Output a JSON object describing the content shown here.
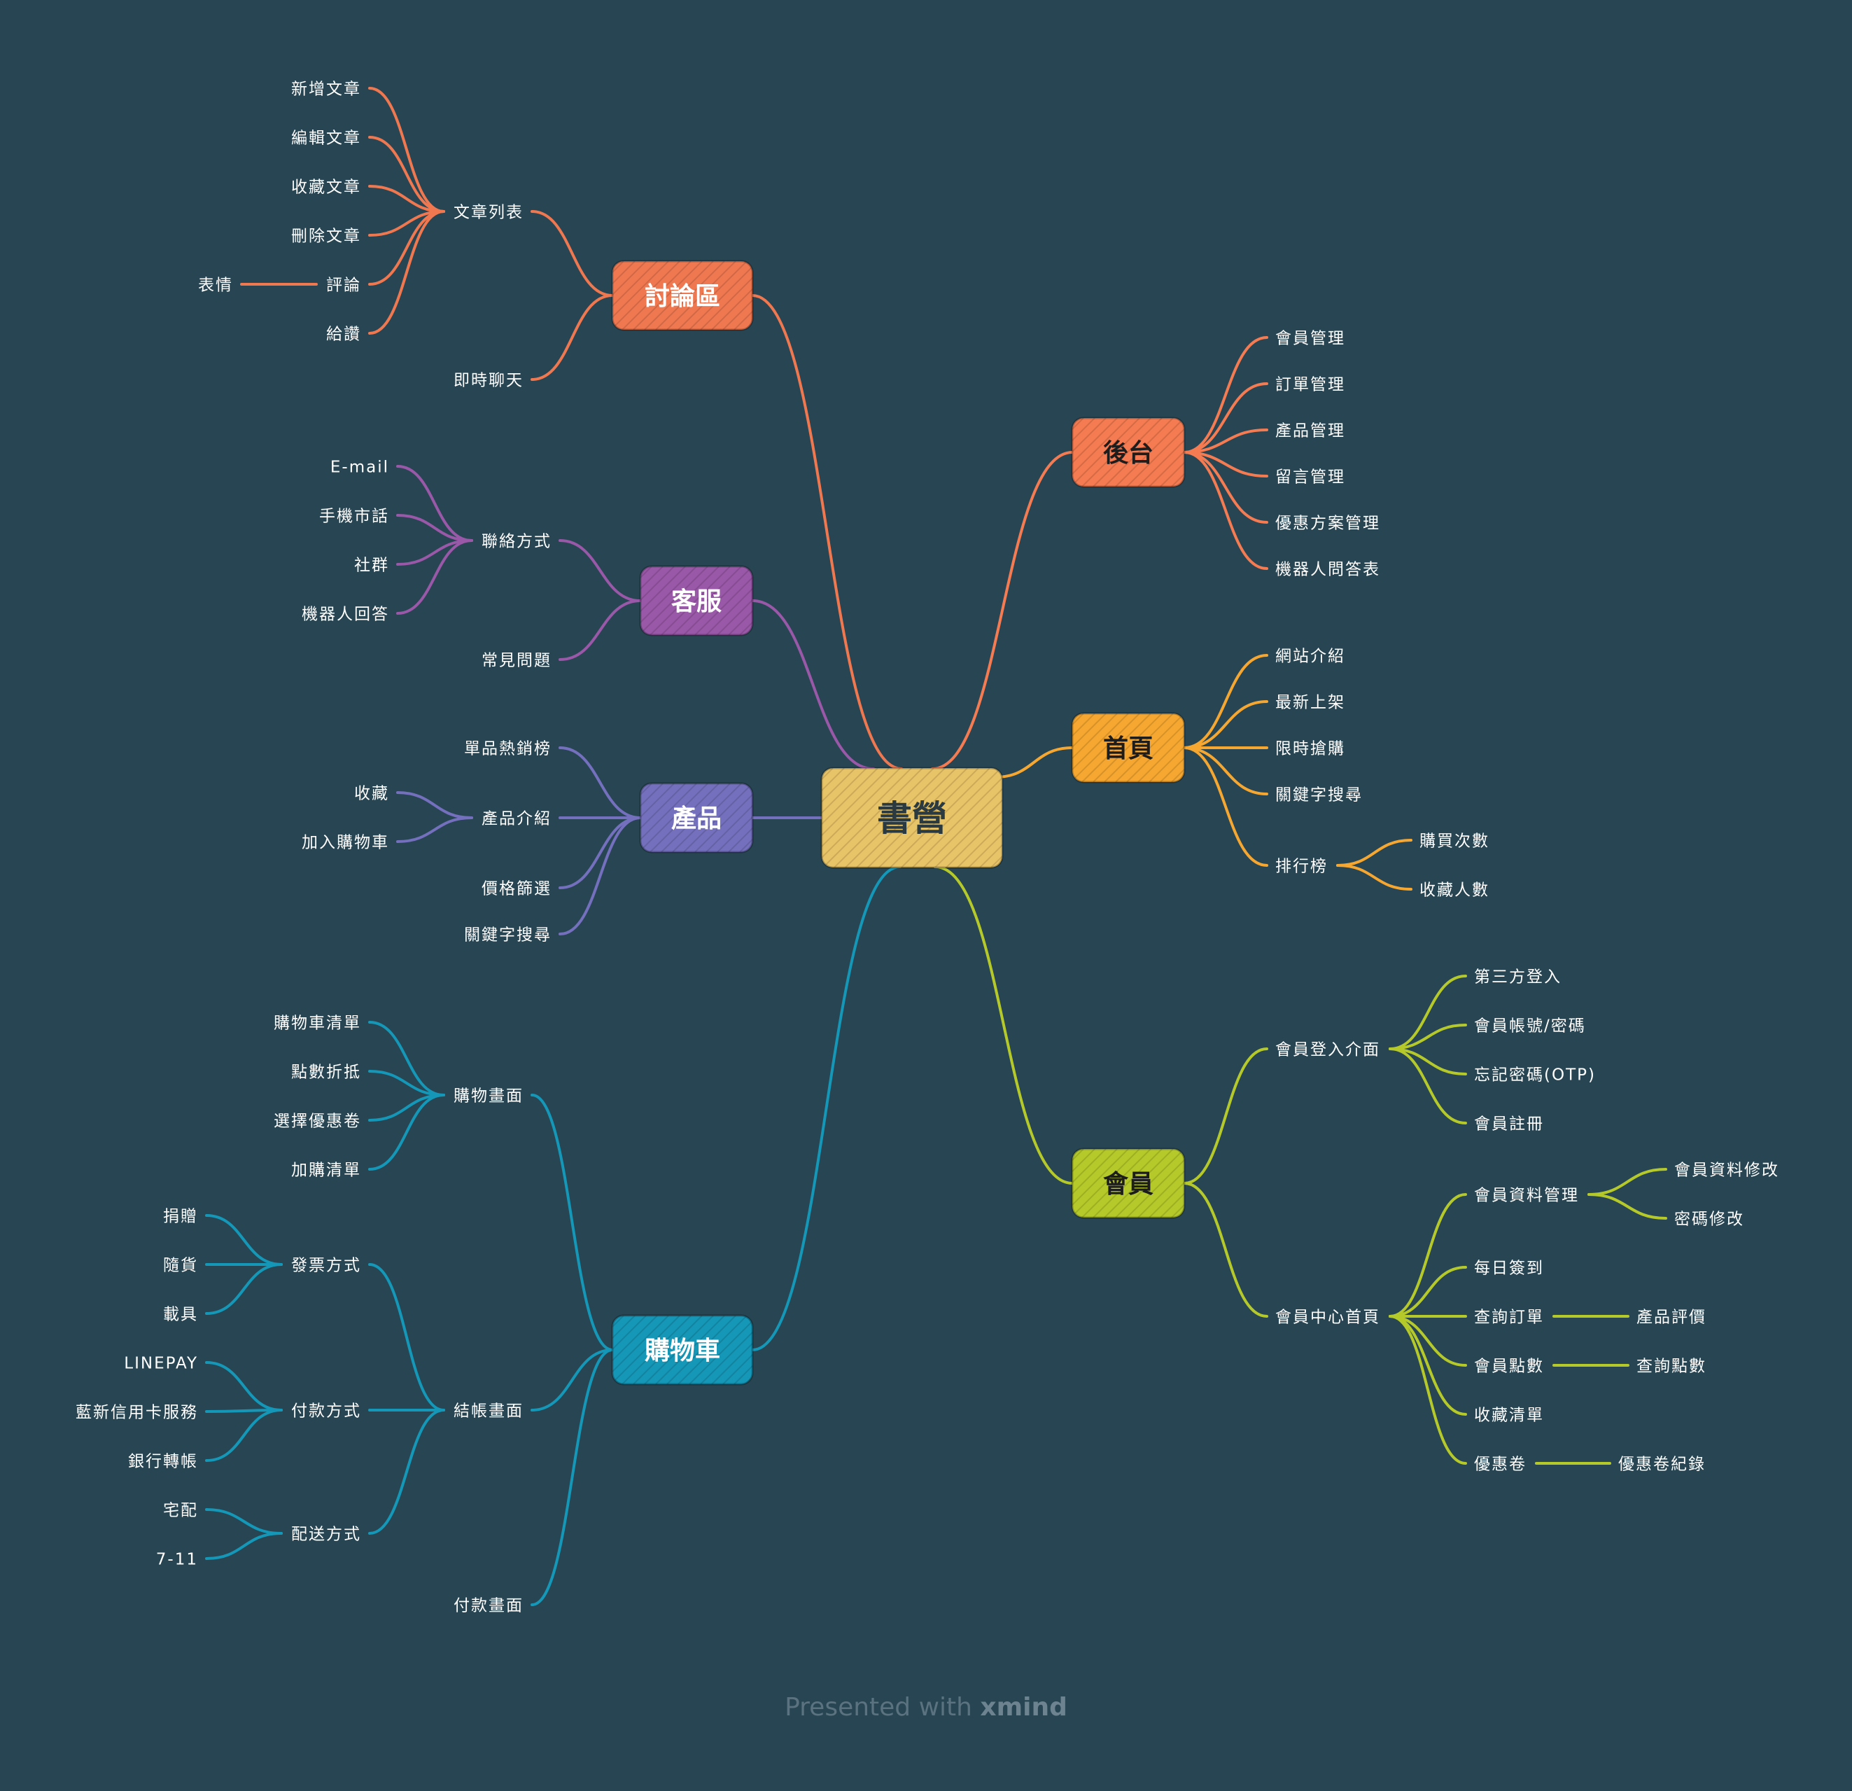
{
  "root": {
    "label": "書營",
    "color": "#E8C468"
  },
  "branches": [
    {
      "id": "forum",
      "label": "討論區",
      "color": "#F07850",
      "children": [
        {
          "label": "文章列表",
          "children": [
            {
              "label": "新增文章"
            },
            {
              "label": "編輯文章"
            },
            {
              "label": "收藏文章"
            },
            {
              "label": "刪除文章"
            },
            {
              "label": "評論",
              "children": [
                {
                  "label": "表情"
                }
              ]
            },
            {
              "label": "給讚"
            }
          ]
        },
        {
          "label": "即時聊天"
        }
      ]
    },
    {
      "id": "service",
      "label": "客服",
      "color": "#9A58A8",
      "children": [
        {
          "label": "聯絡方式",
          "children": [
            {
              "label": "E-mail"
            },
            {
              "label": "手機市話"
            },
            {
              "label": "社群"
            },
            {
              "label": "機器人回答"
            }
          ]
        },
        {
          "label": "常見問題"
        }
      ]
    },
    {
      "id": "product",
      "label": "產品",
      "color": "#7470BE",
      "children": [
        {
          "label": "單品熱銷榜"
        },
        {
          "label": "產品介紹",
          "children": [
            {
              "label": "收藏"
            },
            {
              "label": "加入購物車"
            }
          ]
        },
        {
          "label": "價格篩選"
        },
        {
          "label": "關鍵字搜尋"
        }
      ]
    },
    {
      "id": "cart",
      "label": "購物車",
      "color": "#1597B8",
      "children": [
        {
          "label": "購物畫面",
          "children": [
            {
              "label": "購物車清單"
            },
            {
              "label": "點數折抵"
            },
            {
              "label": "選擇優惠卷"
            },
            {
              "label": "加購清單"
            }
          ]
        },
        {
          "label": "結帳畫面",
          "children": [
            {
              "label": "發票方式",
              "children": [
                {
                  "label": "捐贈"
                },
                {
                  "label": "隨貨"
                },
                {
                  "label": "載具"
                }
              ]
            },
            {
              "label": "付款方式",
              "children": [
                {
                  "label": "LINEPAY"
                },
                {
                  "label": "藍新信用卡服務"
                },
                {
                  "label": "銀行轉帳"
                }
              ]
            },
            {
              "label": "配送方式",
              "children": [
                {
                  "label": "宅配"
                },
                {
                  "label": "7-11"
                }
              ]
            }
          ]
        },
        {
          "label": "付款畫面"
        }
      ]
    },
    {
      "id": "admin",
      "label": "後台",
      "color": "#F47B52",
      "children": [
        {
          "label": "會員管理"
        },
        {
          "label": "訂單管理"
        },
        {
          "label": "產品管理"
        },
        {
          "label": "留言管理"
        },
        {
          "label": "優惠方案管理"
        },
        {
          "label": "機器人問答表"
        }
      ]
    },
    {
      "id": "home",
      "label": "首頁",
      "color": "#F5A731",
      "children": [
        {
          "label": "網站介紹"
        },
        {
          "label": "最新上架"
        },
        {
          "label": "限時搶購"
        },
        {
          "label": "關鍵字搜尋"
        },
        {
          "label": "排行榜",
          "children": [
            {
              "label": "購買次數"
            },
            {
              "label": "收藏人數"
            }
          ]
        }
      ]
    },
    {
      "id": "member",
      "label": "會員",
      "color": "#B5C92B",
      "children": [
        {
          "label": "會員登入介面",
          "children": [
            {
              "label": "第三方登入"
            },
            {
              "label": "會員帳號/密碼"
            },
            {
              "label": "忘記密碼(OTP)"
            },
            {
              "label": "會員註冊"
            }
          ]
        },
        {
          "label": "會員中心首頁",
          "children": [
            {
              "label": "會員資料管理",
              "children": [
                {
                  "label": "會員資料修改"
                },
                {
                  "label": "密碼修改"
                }
              ]
            },
            {
              "label": "每日簽到"
            },
            {
              "label": "查詢訂單",
              "children": [
                {
                  "label": "產品評價"
                }
              ]
            },
            {
              "label": "會員點數",
              "children": [
                {
                  "label": "查詢點數"
                }
              ]
            },
            {
              "label": "收藏清單"
            },
            {
              "label": "優惠卷",
              "children": [
                {
                  "label": "優惠卷紀錄"
                }
              ]
            }
          ]
        }
      ]
    }
  ],
  "footer": {
    "prefix": "Presented with",
    "brand": "xmind"
  }
}
